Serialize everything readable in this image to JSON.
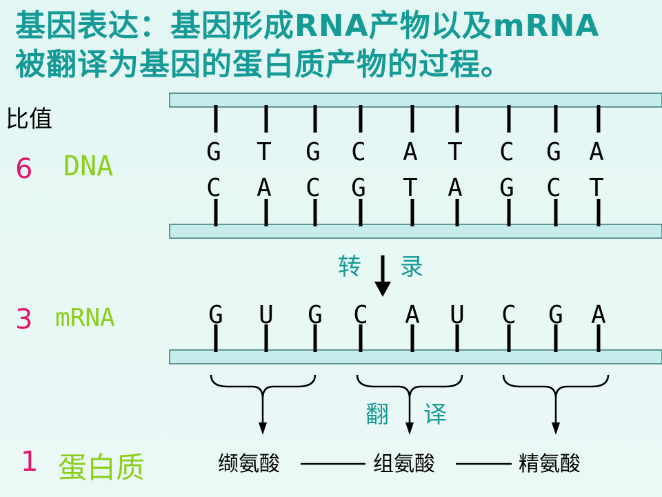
{
  "title": {
    "line1": "基因表达：基因形成RNA产物以及mRNA",
    "line2": "被翻译为基因的蛋白质产物的过程。"
  },
  "ratio_header": "比值",
  "rows": {
    "dna": {
      "ratio": "6",
      "label": "DNA"
    },
    "mrna": {
      "ratio": "3",
      "label": "mRNA"
    },
    "protein": {
      "ratio": "1",
      "label": "蛋白质"
    }
  },
  "dna_top_strand": [
    "G",
    "T",
    "G",
    "C",
    "A",
    "T",
    "C",
    "G",
    "A"
  ],
  "dna_bottom_strand": [
    "C",
    "A",
    "C",
    "G",
    "T",
    "A",
    "G",
    "C",
    "T"
  ],
  "mrna_strand": [
    "G",
    "U",
    "G",
    "C",
    "A",
    "U",
    "C",
    "G",
    "A"
  ],
  "transcription": {
    "char1": "转",
    "char2": "录"
  },
  "translation": {
    "char1": "翻",
    "char2": "译"
  },
  "amino_acids": [
    "缬氨酸",
    "组氨酸",
    "精氨酸"
  ],
  "colors": {
    "title_teal": "#169a96",
    "ratio_pink": "#e0166a",
    "label_green": "#8ccf1a",
    "strand_fill": "#c6ecec",
    "strand_border": "#3a7a78"
  }
}
